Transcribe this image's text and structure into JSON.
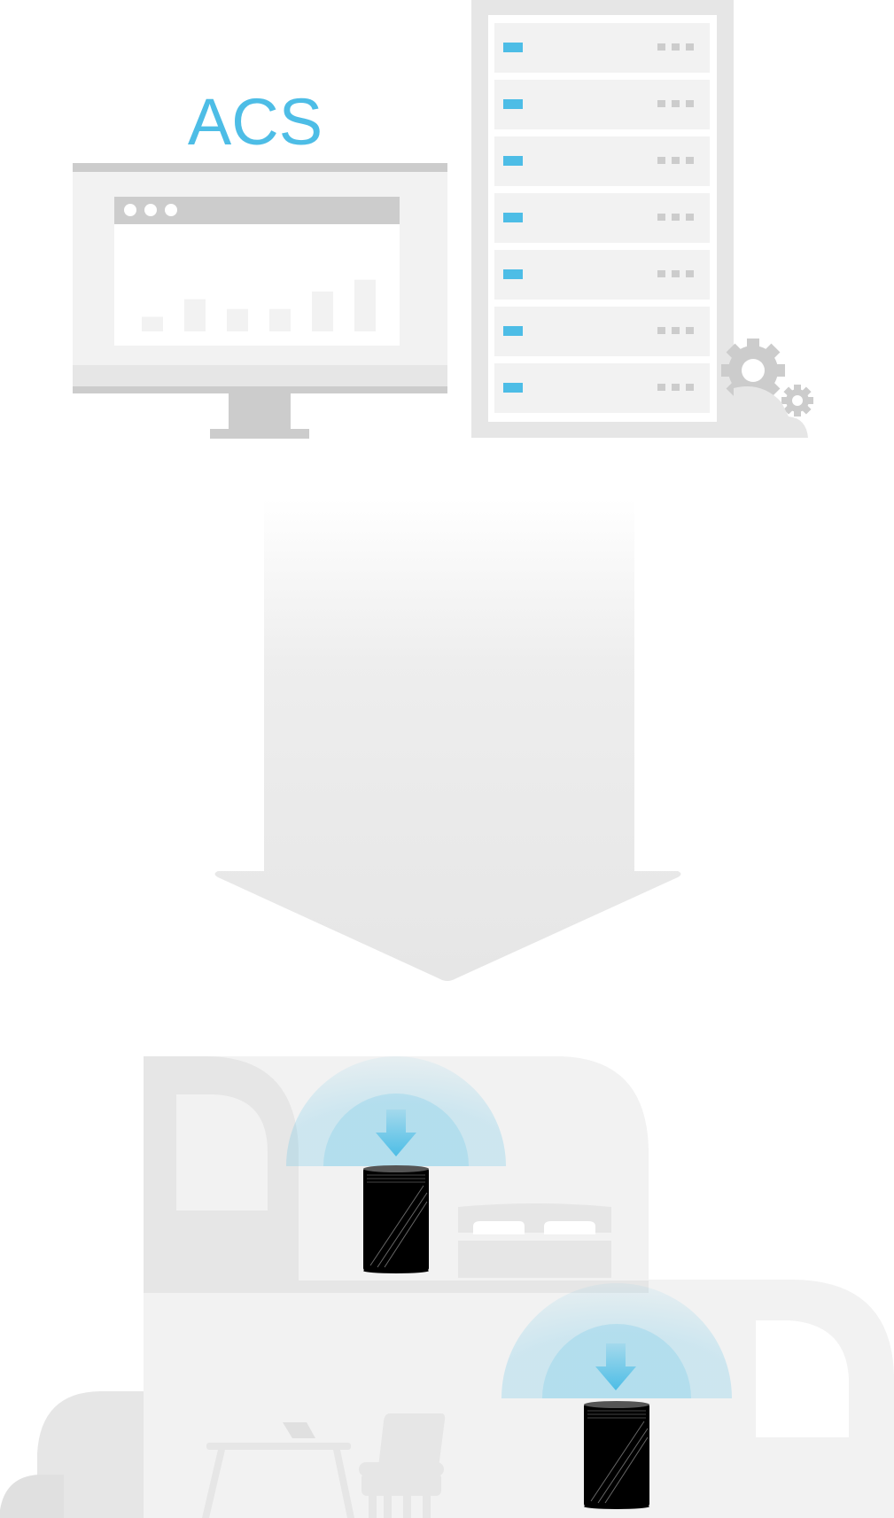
{
  "monitor": {
    "title": "ACS",
    "bars": [
      0.15,
      0.33,
      0.23,
      0.23,
      0.41,
      0.53
    ]
  },
  "server": {
    "slot_count": 7
  },
  "colors": {
    "accent": "#4dbde6",
    "light_gray": "#f2f2f2",
    "mid_gray": "#e6e6e6",
    "dark_gray": "#cccccc",
    "device": "#000000"
  },
  "icons": {
    "gear": "gear-icon",
    "cloud": "cloud-icon",
    "download_arrow": "down-arrow-icon",
    "device": "mesh-device-icon"
  }
}
